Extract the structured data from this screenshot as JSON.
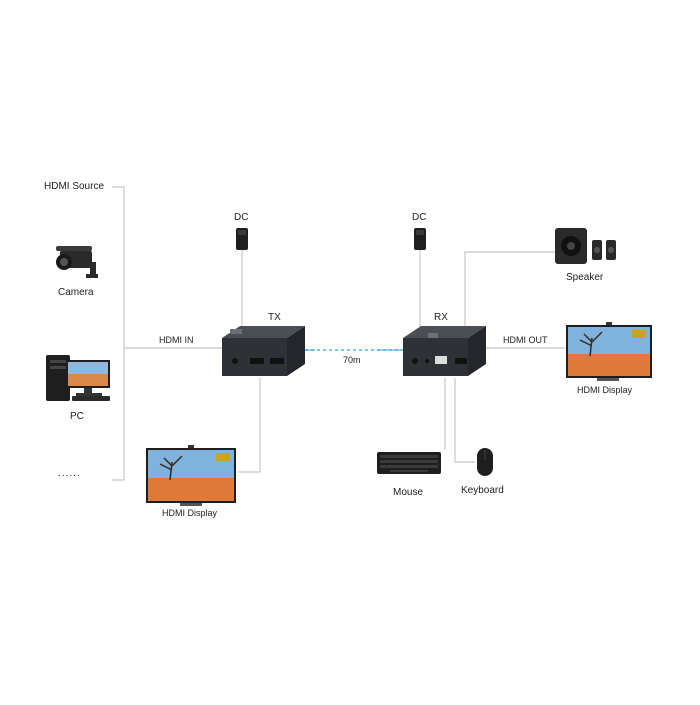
{
  "labels": {
    "hdmi_source": "HDMI Source",
    "camera": "Camera",
    "pc": "PC",
    "more": "......",
    "hdmi_in": "HDMI IN",
    "dc_left": "DC",
    "dc_right": "DC",
    "tx": "TX",
    "rx": "RX",
    "distance": "70m",
    "hdmi_out": "HDMI OUT",
    "speaker": "Speaker",
    "hdmi_display_left": "HDMI Display",
    "hdmi_display_right": "HDMI Display",
    "mouse": "Mouse",
    "keyboard": "Keyboard"
  },
  "colors": {
    "line": "#c8c8c8",
    "cable": "#5ab4dc",
    "device_body": "#2e3236",
    "device_top": "#4a4f55",
    "sky": "#7fb2dc",
    "sand": "#e07a3a"
  }
}
